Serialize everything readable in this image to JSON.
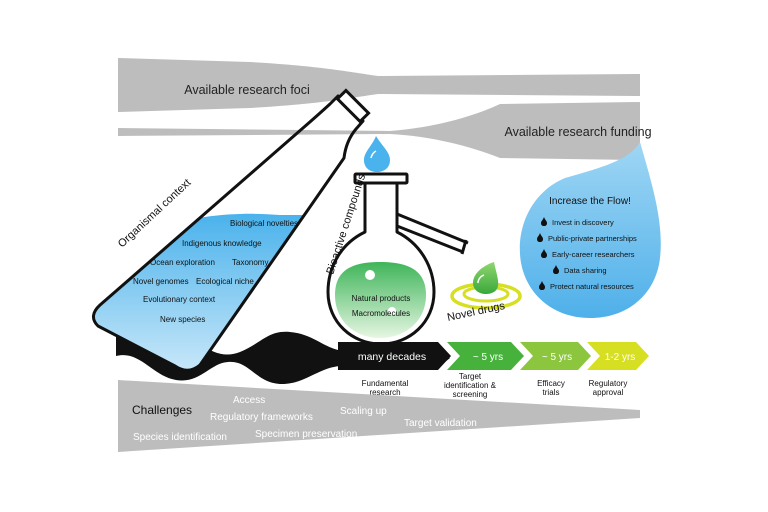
{
  "funnel": {
    "research_foci": "Available research foci",
    "research_funding": "Available research funding"
  },
  "bottle": {
    "title": "Organismal context",
    "items": [
      "Biological novelties",
      "Indigenous knowledge",
      "Ocean exploration",
      "Taxonomy",
      "Novel genomes",
      "Ecological niche",
      "Evolutionary context",
      "New species"
    ]
  },
  "flask": {
    "title": "Bioactive compounds",
    "items": [
      "Natural products",
      "Macromolecules"
    ]
  },
  "novel_drugs": "Novel drugs",
  "flow_drop": {
    "title": "Increase the Flow!",
    "items": [
      "Invest in discovery",
      "Public-private partnerships",
      "Early-career researchers",
      "Data sharing",
      "Protect natural resources"
    ]
  },
  "timeline": {
    "stages": [
      {
        "duration": "many decades",
        "label_line1": "Fundamental",
        "label_line2": "research",
        "label_line3": ""
      },
      {
        "duration": "~ 5 yrs",
        "label_line1": "Target",
        "label_line2": "identification &",
        "label_line3": "screening"
      },
      {
        "duration": "~ 5 yrs",
        "label_line1": "Efficacy",
        "label_line2": "trials",
        "label_line3": ""
      },
      {
        "duration": "1-2 yrs",
        "label_line1": "Regulatory",
        "label_line2": "approval",
        "label_line3": ""
      }
    ]
  },
  "challenges": {
    "title": "Challenges",
    "items": [
      "Access",
      "Regulatory frameworks",
      "Scaling up",
      "Species identification",
      "Specimen preservation",
      "Target validation"
    ]
  },
  "colors": {
    "funnel_gray": "#bdbdbd",
    "water_blue": "#5ab8ee",
    "drug_green": "#5cc040",
    "stage_green": "#46b23c",
    "stage_lime": "#8cc63e",
    "stage_yellow": "#d7df23",
    "wave_black": "#111111"
  }
}
